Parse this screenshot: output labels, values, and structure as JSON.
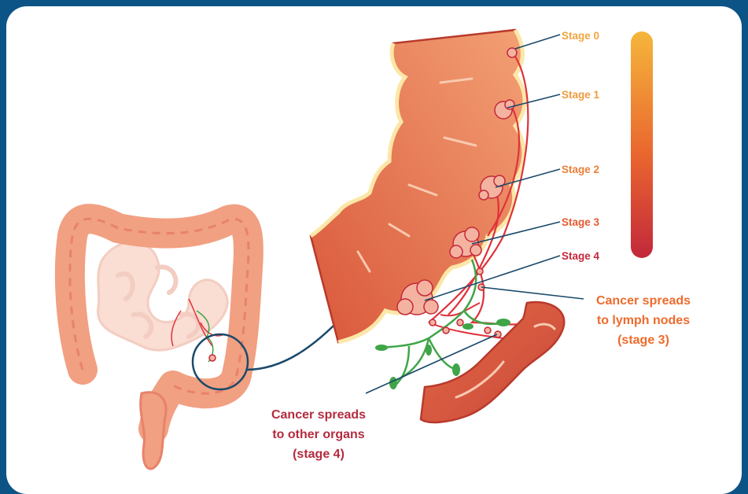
{
  "stages": [
    {
      "label": "Stage 0",
      "color": "#f2a541"
    },
    {
      "label": "Stage 1",
      "color": "#f09a3e"
    },
    {
      "label": "Stage 2",
      "color": "#ec7f38"
    },
    {
      "label": "Stage 3",
      "color": "#e45a30"
    },
    {
      "label": "Stage 4",
      "color": "#c5283a"
    }
  ],
  "callouts": {
    "lymph": {
      "line1": "Cancer spreads",
      "line2": "to lymph nodes",
      "line3": "(stage 3)",
      "color": "#ee6b2c"
    },
    "organs": {
      "line1": "Cancer spreads",
      "line2": "to other organs",
      "line3": "(stage 4)",
      "color": "#b42b3f"
    }
  },
  "colors": {
    "background": "#0d5486",
    "card": "#ffffff",
    "colon": "#f0a383",
    "wall": "#e8734c",
    "lining": "#fce7a8",
    "vessel": "#e0323a",
    "lymph": "#3fa548",
    "pointer": "#1b4a6b",
    "scale_top": "#f4b23a",
    "scale_bottom": "#c42a3a"
  }
}
